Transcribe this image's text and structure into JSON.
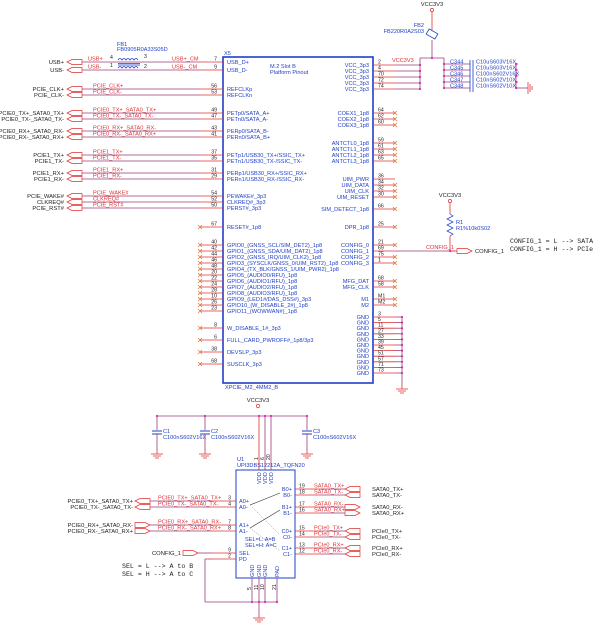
{
  "colors": {
    "net": "#e03030",
    "wire": "#9c3d78",
    "symbol": "#1f3fc8",
    "text": "#222222",
    "junction": "#e020c0"
  },
  "power": {
    "vcc": "VCC3V3"
  },
  "fb1": {
    "ref": "FB1",
    "part": "FB0905R0A33S05D",
    "pins": [
      "4",
      "3",
      "1",
      "2"
    ]
  },
  "fb2": {
    "ref": "FB2",
    "part": "FB220R0A2S03"
  },
  "r1": {
    "ref": "R1",
    "part": "R1%10k0S02"
  },
  "m2": {
    "ref": "X5",
    "title1": "M.2 Slot B",
    "title2": "Platform Pinout",
    "part": "XPCIE_M2_4MM2_B",
    "left_pins": [
      {
        "num": "7",
        "name": "USB_D+",
        "net_left": "USB+",
        "net": "USB+_CM",
        "port": "USB+"
      },
      {
        "num": "9",
        "name": "USB_D-",
        "net_left": "USB-",
        "net": "USB-_CM",
        "port": "USB-"
      },
      {
        "num": "56",
        "name": "REFCLKp",
        "net": "PCIE_CLK+",
        "port": "PCIE_CLK+"
      },
      {
        "num": "53",
        "name": "REFCLKn",
        "net": "PCIE_CLK-",
        "port": "PCIE_CLK-"
      },
      {
        "num": "49",
        "name": "PETp0/SATA_A+",
        "net": "PCIE0_TX+_SATA0_TX+",
        "port": "PCIE0_TX+_SATA0_TX+"
      },
      {
        "num": "47",
        "name": "PETn0/SATA_A-",
        "net": "PCIE0_TX-_SATA0_TX-",
        "port": "PCIE0_TX-_SATA0_TX-"
      },
      {
        "num": "43",
        "name": "PERp0/SATA_B-",
        "net": "PCIE0_RX+_SATA0_RX-",
        "port": "PCIE0_RX+_SATA0_RX-"
      },
      {
        "num": "41",
        "name": "PERn0/SATA_B+",
        "net": "PCIE0_RX-_SATA0_RX+",
        "port": "PCIE0_RX-_SATA0_RX+"
      },
      {
        "num": "37",
        "name": "PETp1/USB30_TX+/SSIC_TX+",
        "net": "PCIE1_TX+",
        "port": "PCIE1_TX+"
      },
      {
        "num": "35",
        "name": "PETn1/USB30_TX-/SSIC_TX-",
        "net": "PCIE1_TX-",
        "port": "PCIE1_TX-"
      },
      {
        "num": "31",
        "name": "PERp1/USB30_RX+/SSIC_RX+",
        "net": "PCIE1_RX+",
        "port": "PCIE1_RX+"
      },
      {
        "num": "29",
        "name": "PERn1/USB30_RX-/SSIC_RX-",
        "net": "PCIE1_RX-",
        "port": "PCIE1_RX-"
      },
      {
        "num": "54",
        "name": "PEWAKE#_3p3",
        "net": "PCIE_WAKE#",
        "port": "PCIE_WAKE#"
      },
      {
        "num": "52",
        "name": "CLKREQ#_3p3",
        "net": "CLKREQ#",
        "port": "CLKREQ#"
      },
      {
        "num": "50",
        "name": "PERST#_3p3",
        "net": "PCIE_RST#",
        "port": "PCIE_RST#"
      },
      {
        "num": "67",
        "name": "RESET#_1p8"
      },
      {
        "num": "40",
        "name": "GPIO0_(GNSS_SCL/SIM_DET2)_1p8"
      },
      {
        "num": "42",
        "name": "GPIO1_(GNSS_SDA/UIM_DAT2)_1p8"
      },
      {
        "num": "44",
        "name": "GPIO2_(GNSS_IRQ/UIM_CLK2)_1p8"
      },
      {
        "num": "46",
        "name": "GPIO3_(SYSCLK/GNSS_0/UIM_RST2)_1p8"
      },
      {
        "num": "48",
        "name": "GPIO4_(TX_BLK/GNSS_1/UIM_PWR2)_1p8"
      },
      {
        "num": "20",
        "name": "GPIO5_(AUDIO0/RFU)_1p8"
      },
      {
        "num": "22",
        "name": "GPIO6_(AUDIO1/RFU)_1p8"
      },
      {
        "num": "24",
        "name": "GPIO7_(AUDIO2/RFU)_1p8"
      },
      {
        "num": "28",
        "name": "GPIO8_(AUDIO3/RFU)_1p8"
      },
      {
        "num": "10",
        "name": "GPIO9_(LED1#/DAS_DSS#)_3p3"
      },
      {
        "num": "26",
        "name": "GPIO10_(W_DISABLE_2#)_1p8"
      },
      {
        "num": "23",
        "name": "GPIO11_(WOWWAN#)_1p8"
      },
      {
        "num": "8",
        "name": "W_DISABLE_1#_3p3"
      },
      {
        "num": "6",
        "name": "FULL_CARD_PWROFF#_1p8/3p3"
      },
      {
        "num": "38",
        "name": "DEVSLP_3p3"
      },
      {
        "num": "68",
        "name": "SUSCLK_3p3"
      }
    ],
    "right_pins": [
      {
        "num": "2",
        "name": "VCC_3p3",
        "type": "vcc"
      },
      {
        "num": "4",
        "name": "VCC_3p3",
        "type": "vcc"
      },
      {
        "num": "70",
        "name": "VCC_3p3",
        "type": "vcc"
      },
      {
        "num": "72",
        "name": "VCC_3p3",
        "type": "vcc"
      },
      {
        "num": "74",
        "name": "VCC_3p3",
        "type": "vcc"
      },
      {
        "num": "64",
        "name": "COEX1_1p8",
        "type": "nc"
      },
      {
        "num": "62",
        "name": "COEX2_1p8",
        "type": "nc"
      },
      {
        "num": "60",
        "name": "COEX3_1p8",
        "type": "nc"
      },
      {
        "num": "59",
        "name": "ANTCTL0_1p8",
        "type": "nc"
      },
      {
        "num": "61",
        "name": "ANTCTL1_1p8",
        "type": "nc"
      },
      {
        "num": "63",
        "name": "ANTCTL2_1p8",
        "type": "nc"
      },
      {
        "num": "65",
        "name": "ANTCTL3_1p8",
        "type": "nc"
      },
      {
        "num": "36",
        "name": "UIM_PWR",
        "type": "open"
      },
      {
        "num": "34",
        "name": "UIM_DATA",
        "type": "nc"
      },
      {
        "num": "32",
        "name": "UIM_CLK",
        "type": "nc"
      },
      {
        "num": "30",
        "name": "UIM_RESET",
        "type": "nc"
      },
      {
        "num": "66",
        "name": "SIM_DETECT_1p8",
        "type": "nc"
      },
      {
        "num": "25",
        "name": "DPR_1p8",
        "type": "nc"
      },
      {
        "num": "21",
        "name": "CONFIG_0",
        "type": "nc"
      },
      {
        "num": "69",
        "name": "CONFIG_1",
        "type": "config"
      },
      {
        "num": "75",
        "name": "CONFIG_2",
        "type": "nc"
      },
      {
        "num": "1",
        "name": "CONFIG_3",
        "type": "nc"
      },
      {
        "num": "68",
        "name": "MFG_DAT",
        "type": "nc"
      },
      {
        "num": "58",
        "name": "MFG_CLK",
        "type": "nc"
      },
      {
        "num": "M1",
        "name": "M1",
        "type": "nc"
      },
      {
        "num": "M2",
        "name": "M2",
        "type": "nc"
      },
      {
        "num": "3",
        "name": "GND",
        "type": "gnd"
      },
      {
        "num": "5",
        "name": "GND",
        "type": "gnd"
      },
      {
        "num": "11",
        "name": "GND",
        "type": "gnd"
      },
      {
        "num": "27",
        "name": "GND",
        "type": "gnd"
      },
      {
        "num": "33",
        "name": "GND",
        "type": "gnd"
      },
      {
        "num": "39",
        "name": "GND",
        "type": "gnd"
      },
      {
        "num": "45",
        "name": "GND",
        "type": "gnd"
      },
      {
        "num": "51",
        "name": "GND",
        "type": "gnd"
      },
      {
        "num": "57",
        "name": "GND",
        "type": "gnd"
      },
      {
        "num": "71",
        "name": "GND",
        "type": "gnd"
      },
      {
        "num": "73",
        "name": "GND",
        "type": "gnd"
      }
    ]
  },
  "vcc_net_label": "VCC3V3",
  "decoupling": [
    {
      "ref": "C344",
      "value": "C10uS603V16X"
    },
    {
      "ref": "C345",
      "value": "C10uS603V16X"
    },
    {
      "ref": "C346",
      "value": "C100nS602V16X"
    },
    {
      "ref": "C347",
      "value": "C10nS602V10X"
    },
    {
      "ref": "C348",
      "value": "C10nS602V10X"
    }
  ],
  "config": {
    "net": "CONFIG_1",
    "port": "CONFIG_1",
    "note1": "CONFIG_1 = L --> SATA",
    "note2": "CONFIG_1 = H --> PCIe"
  },
  "u1_caps": [
    {
      "ref": "C1",
      "value": "C100nS602V16X"
    },
    {
      "ref": "C2",
      "value": "C100nS602V16X"
    },
    {
      "ref": "C3",
      "value": "C100nS602V16X"
    }
  ],
  "u1": {
    "ref": "U1",
    "part": "UPI3DBS12212A_TQFN20",
    "vdd_pins": [
      {
        "num": "1",
        "name": "VDD"
      },
      {
        "num": "6",
        "name": "VDD"
      },
      {
        "num": "20",
        "name": "VDD"
      }
    ],
    "gnd_pins": [
      {
        "num": "5",
        "name": "GND"
      },
      {
        "num": "11",
        "name": "GND"
      },
      {
        "num": "10",
        "name": "GND"
      },
      {
        "num": "21",
        "name": "PAD"
      }
    ],
    "left_pins": [
      {
        "num": "3",
        "name": "A0+",
        "net": "PCIE0_TX+_SATA0_TX+",
        "port": "PCIE0_TX+_SATA0_TX+"
      },
      {
        "num": "4",
        "name": "A0-",
        "net": "PCIE0_TX-_SATA0_TX-",
        "port": "PCIE0_TX-_SATA0_TX-"
      },
      {
        "num": "7",
        "name": "A1+",
        "net": "PCIE0_RX+_SATA0_RX-",
        "port": "PCIE0_RX+_SATA0_RX-"
      },
      {
        "num": "8",
        "name": "A1-",
        "net": "PCIE0_RX-_SATA0_RX+",
        "port": "PCIE0_RX-_SATA0_RX+"
      },
      {
        "num": "9",
        "name": "SEL",
        "port": "CONFIG_1"
      },
      {
        "num": "2",
        "name": "PD"
      }
    ],
    "right_pins": [
      {
        "num": "19",
        "name": "B0+",
        "net": "SATA0_TX+",
        "port": "SATA0_TX+"
      },
      {
        "num": "18",
        "name": "B0-",
        "net": "SATA0_TX-",
        "port": "SATA0_TX-"
      },
      {
        "num": "17",
        "name": "B1+",
        "net": "SATA0_RX-",
        "port": "SATA0_RX-"
      },
      {
        "num": "16",
        "name": "B1-",
        "net": "SATA0_RX+",
        "port": "SATA0_RX+"
      },
      {
        "num": "15",
        "name": "C0+",
        "net": "PCIe0_TX+",
        "port": "PCIe0_TX+"
      },
      {
        "num": "14",
        "name": "C0-",
        "net": "PCIe0_TX-",
        "port": "PCIe0_TX-"
      },
      {
        "num": "13",
        "name": "C1+",
        "net": "PCIe0_RX+",
        "port": "PCIe0_RX+"
      },
      {
        "num": "12",
        "name": "C1-",
        "net": "PCIe0_RX-",
        "port": "PCIe0_RX-"
      }
    ],
    "sel_note1": "SEL=L: A=B",
    "sel_note2": "SEL=H: A=C",
    "note1": "SEL = L --> A to B",
    "note2": "SEL = H --> A to C"
  }
}
